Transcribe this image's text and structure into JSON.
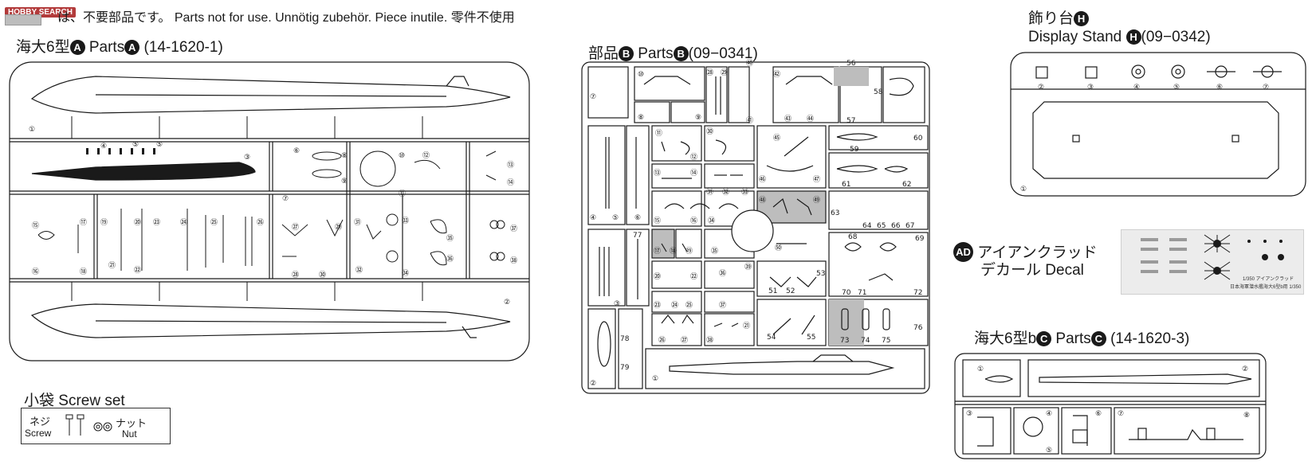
{
  "header": {
    "logo": "HOBBY SEARCH",
    "notice": "は、不要部品です。 Parts not for use. Unnötig zubehör. Piece inutile. 零件不使用"
  },
  "sheets": {
    "A": {
      "title_prefix": "海大6型",
      "letter": "A",
      "parts_word": "Parts",
      "code": "(14-1620-1)",
      "parts": [
        "①",
        "②",
        "③",
        "④",
        "⑤",
        "⑤",
        "⑥",
        "⑦",
        "⑧",
        "⑨",
        "⑩",
        "⑪",
        "⑫",
        "⑬",
        "⑭",
        "⑮",
        "⑯",
        "⑰",
        "⑱",
        "⑲",
        "⑳",
        "㉑",
        "㉒",
        "㉓",
        "㉔",
        "㉕",
        "㉖",
        "㉗",
        "㉘",
        "㉙",
        "㉚",
        "㉛",
        "㉜",
        "㉝",
        "㉞",
        "㉟",
        "㊱",
        "㊲",
        "㊳"
      ]
    },
    "B": {
      "title_prefix": "部品",
      "letter": "B",
      "parts_word": "Parts",
      "code": "(09−0341)",
      "parts": [
        "①",
        "②",
        "③",
        "④",
        "⑤",
        "⑥",
        "⑦",
        "⑧",
        "⑨",
        "⑩",
        "⑪",
        "⑫",
        "⑬",
        "⑭",
        "⑮",
        "⑯",
        "⑰",
        "⑱",
        "⑲",
        "⑳",
        "㉑",
        "㉒",
        "㉓",
        "㉔",
        "㉕",
        "㉖",
        "㉗",
        "㉘",
        "㉙",
        "㉚",
        "㉛",
        "㉜",
        "㉝",
        "㉞",
        "㉟",
        "㊱",
        "㊲",
        "㊳",
        "㊴",
        "㊵",
        "㊶",
        "㊷",
        "㊸",
        "㊹",
        "㊺",
        "㊻",
        "㊼",
        "㊽",
        "㊾",
        "㊿",
        "51",
        "52",
        "53",
        "54",
        "55",
        "56",
        "57",
        "58",
        "59",
        "60",
        "61",
        "62",
        "63",
        "64",
        "65",
        "66",
        "67",
        "68",
        "69",
        "70",
        "71",
        "72",
        "73",
        "74",
        "75",
        "76",
        "77",
        "78",
        "79"
      ]
    },
    "H": {
      "title_line1": "飾り台",
      "letter": "H",
      "title_line2": "Display Stand",
      "code": "(09−0342)",
      "parts": [
        "①",
        "②",
        "③",
        "④",
        "⑤",
        "⑥",
        "⑦"
      ]
    },
    "C": {
      "title_prefix": "海大6型b",
      "letter": "C",
      "parts_word": "Parts",
      "code": "(14-1620-3)",
      "parts": [
        "①",
        "②",
        "③",
        "④",
        "⑤",
        "⑥",
        "⑦",
        "⑧"
      ]
    }
  },
  "screw_set": {
    "title": "小袋  Screw set",
    "screw_jp": "ネジ",
    "screw_en": "Screw",
    "nut_jp": "ナット",
    "nut_en": "Nut"
  },
  "decal": {
    "badge": "AD",
    "line1": "アイアンクラッド",
    "line2": "デカール Decal",
    "sheet_caption": "1/350 アイアンクラッド",
    "sheet_caption2": "日本海軍潜水艦海大6型b用 1/350"
  },
  "colors": {
    "ink": "#1a1a1a",
    "shade": "#bdbdbd",
    "logo": "#b23b3b"
  }
}
